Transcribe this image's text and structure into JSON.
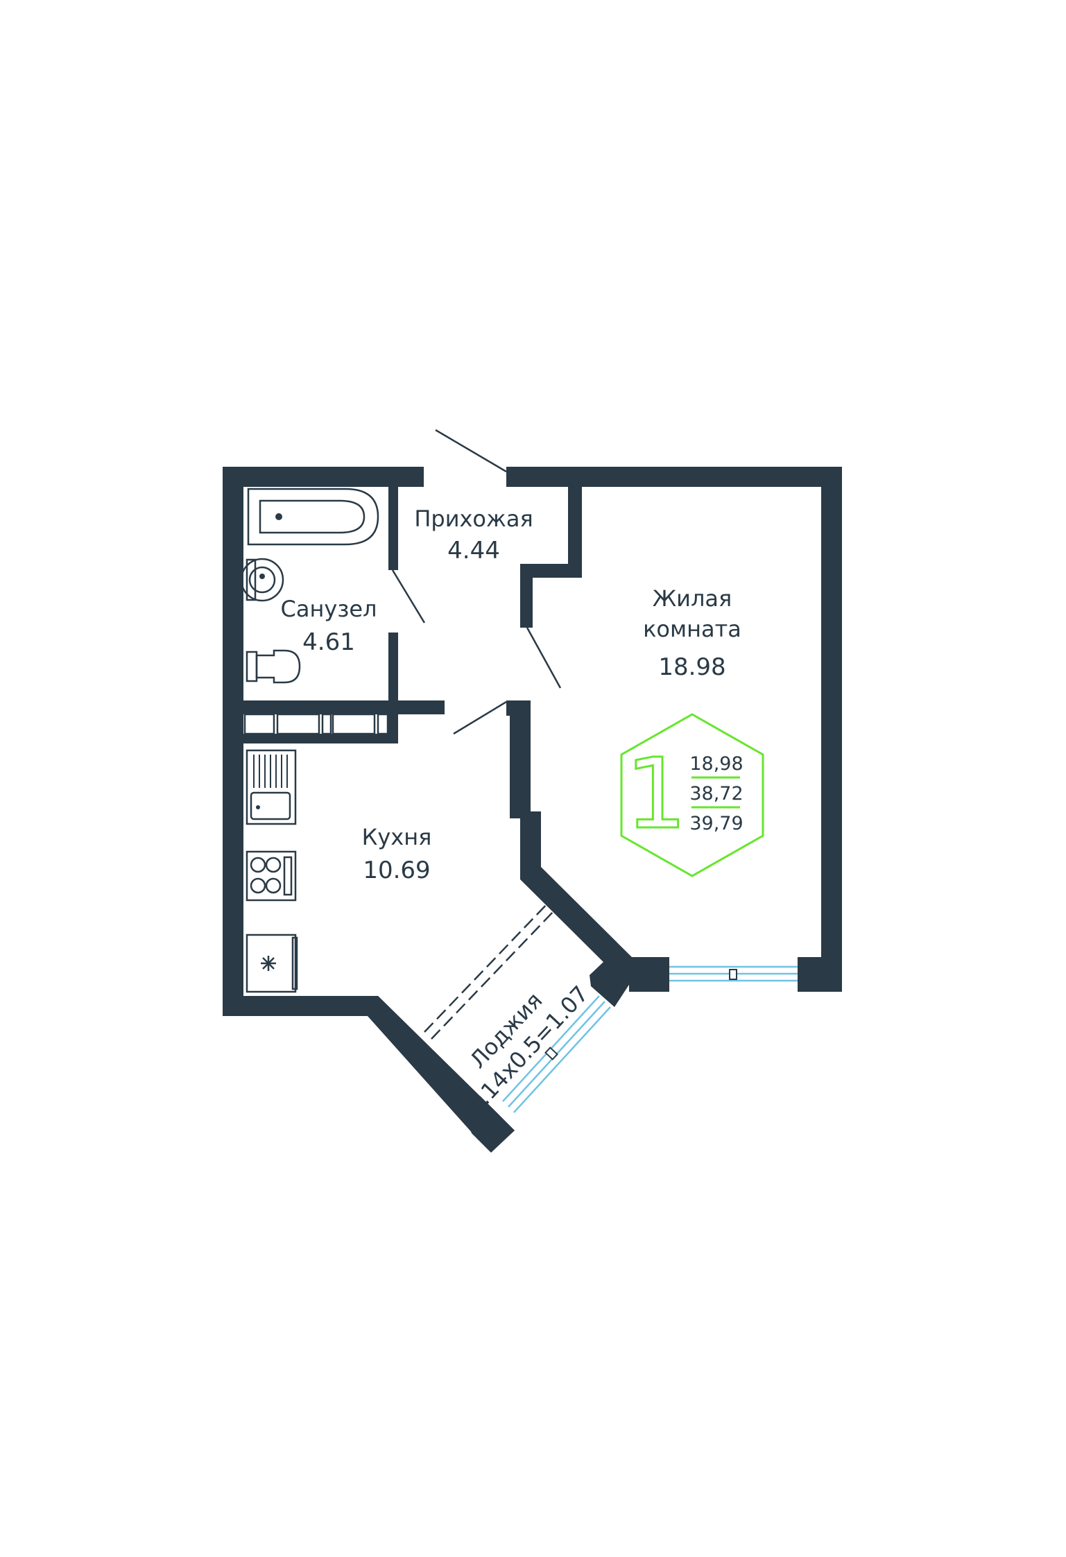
{
  "rooms": {
    "hallway": {
      "name": "Прихожая",
      "area": "4.44"
    },
    "bathroom": {
      "name": "Санузел",
      "area": "4.61"
    },
    "living": {
      "name_line1": "Жилая",
      "name_line2": "комната",
      "area": "18.98"
    },
    "kitchen": {
      "name": "Кухня",
      "area": "10.69"
    },
    "loggia": {
      "name": "Лоджия",
      "formula": "2.14x0.5=1.07"
    }
  },
  "badge": {
    "rooms_count": "1",
    "living_area": "18,98",
    "total_area": "38,72",
    "total_with_loggia": "39,79",
    "color": "#66e62c"
  },
  "colors": {
    "wall": "#2a3a46",
    "window": "#6fc3e4"
  }
}
